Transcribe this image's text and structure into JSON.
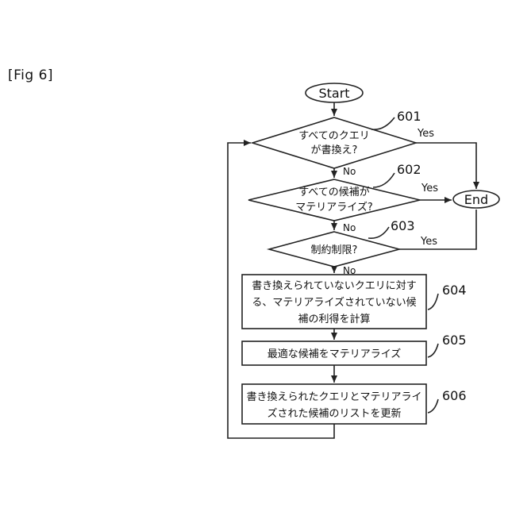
{
  "figure": {
    "label": "[Fig 6]"
  },
  "flowchart": {
    "start": "Start",
    "end": "End",
    "decisions": [
      {
        "ref": "601",
        "lines": [
          "すべてのクエリ",
          "が書換え?"
        ],
        "yes": "Yes",
        "no": "No"
      },
      {
        "ref": "602",
        "lines": [
          "すべての候補が",
          "マテリアライズ?"
        ],
        "yes": "Yes",
        "no": "No"
      },
      {
        "ref": "603",
        "lines": [
          "制約制限?"
        ],
        "yes": "Yes",
        "no": "No"
      }
    ],
    "processes": [
      {
        "ref": "604",
        "lines": [
          "書き換えられていないクエリに対す",
          "る、マテリアライズされていない候",
          "補の利得を計算"
        ]
      },
      {
        "ref": "605",
        "lines": [
          "最適な候補をマテリアライズ"
        ]
      },
      {
        "ref": "606",
        "lines": [
          "書き換えられたクエリとマテリアライ",
          "ズされた候補のリストを更新"
        ]
      }
    ]
  }
}
